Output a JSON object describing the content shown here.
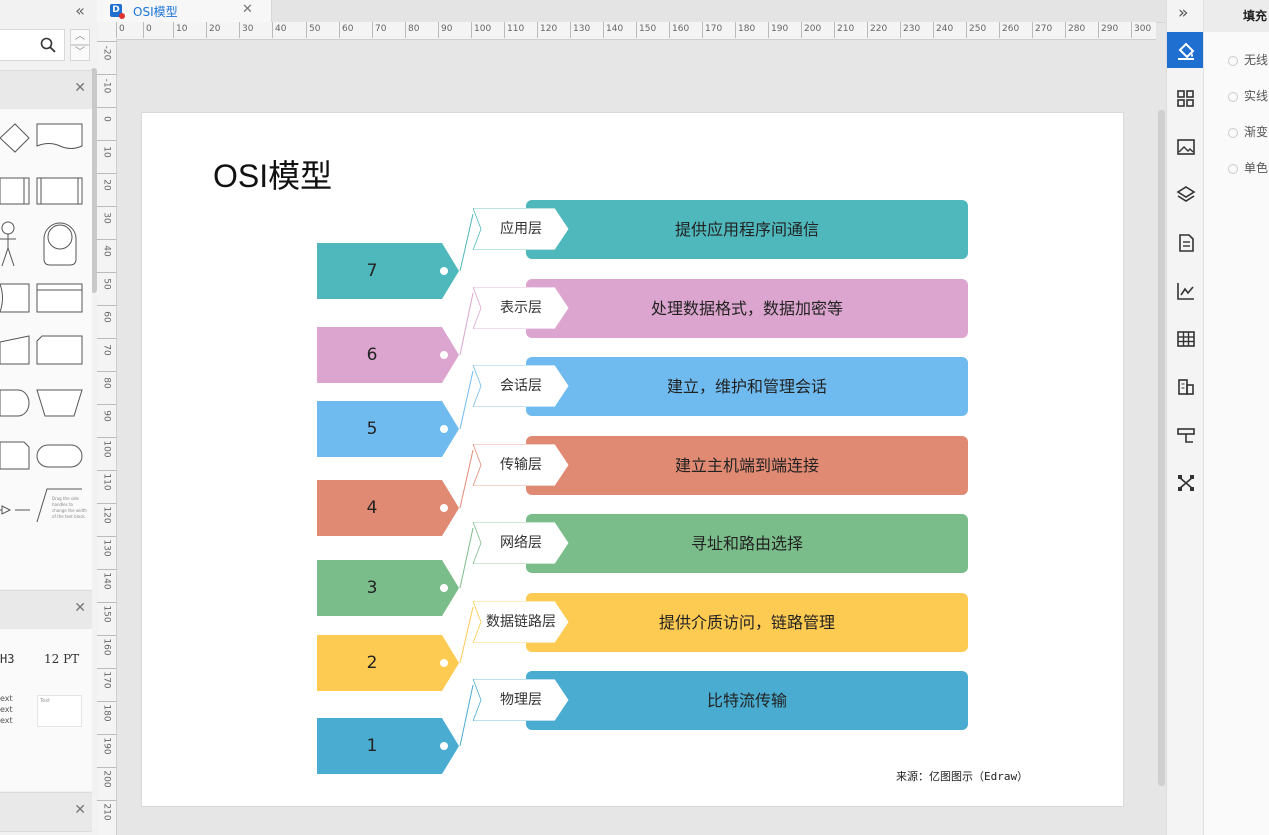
{
  "tab": {
    "title": "OSI模型",
    "icon": "document-icon"
  },
  "left_panel": {
    "section2_sample_texts": [
      "H3",
      "12 PT"
    ],
    "text_samples": [
      "ext",
      "ext",
      "ext"
    ],
    "text_box_label": "Text",
    "note_text": "Drag the side handles to change the width of the text block."
  },
  "ruler": {
    "h": [
      "0",
      "0",
      "10",
      "20",
      "30",
      "40",
      "50",
      "60",
      "70",
      "80",
      "90",
      "100",
      "110",
      "120",
      "130",
      "140",
      "150",
      "160",
      "170",
      "180",
      "190",
      "200",
      "210",
      "220",
      "230",
      "240",
      "250",
      "260",
      "270",
      "280",
      "290",
      "300"
    ],
    "v": [
      "-20",
      "-10",
      "0",
      "10",
      "20",
      "30",
      "40",
      "50",
      "60",
      "70",
      "80",
      "90",
      "100",
      "110",
      "120",
      "130",
      "140",
      "150",
      "160",
      "170",
      "180",
      "190",
      "200",
      "210"
    ]
  },
  "diagram": {
    "title": "OSI模型",
    "source": "来源：亿图图示（Edraw）",
    "layers": [
      {
        "num": "7",
        "name": "应用层",
        "desc": "提供应用程序间通信",
        "color": "#4fb8bc"
      },
      {
        "num": "6",
        "name": "表示层",
        "desc": "处理数据格式，数据加密等",
        "color": "#dca5cf"
      },
      {
        "num": "5",
        "name": "会话层",
        "desc": "建立，维护和管理会话",
        "color": "#6fbbef"
      },
      {
        "num": "4",
        "name": "传输层",
        "desc": "建立主机端到端连接",
        "color": "#e18a73"
      },
      {
        "num": "3",
        "name": "网络层",
        "desc": "寻址和路由选择",
        "color": "#7bbd8a"
      },
      {
        "num": "2",
        "name": "数据链路层",
        "desc": "提供介质访问，链路管理",
        "color": "#fdca52"
      },
      {
        "num": "1",
        "name": "物理层",
        "desc": "比特流传输",
        "color": "#4aacd0"
      }
    ]
  },
  "right_panel": {
    "header": "填充",
    "options": [
      "无线",
      "实线",
      "渐变",
      "单色"
    ]
  },
  "toolbar_icons": [
    "fill-icon",
    "grid-icon",
    "image-icon",
    "layers-icon",
    "outline-icon",
    "chart-icon",
    "table-icon",
    "building-icon",
    "ruler-icon",
    "shuffle-icon"
  ]
}
